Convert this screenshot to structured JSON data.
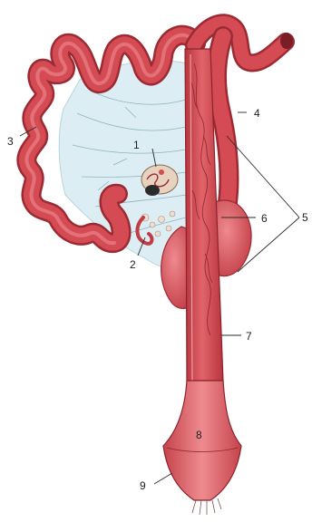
{
  "callouts": [
    {
      "id": "label-1",
      "text": "1"
    },
    {
      "id": "label-2",
      "text": "2"
    },
    {
      "id": "label-3",
      "text": "3"
    },
    {
      "id": "label-4",
      "text": "4"
    },
    {
      "id": "label-5",
      "text": "5"
    },
    {
      "id": "label-6",
      "text": "6"
    },
    {
      "id": "label-7",
      "text": "7"
    },
    {
      "id": "label-8",
      "text": "8"
    },
    {
      "id": "label-9",
      "text": "9"
    }
  ],
  "colors": {
    "intestine": "#d44b53",
    "intestine_dark": "#9c2a33",
    "intestine_light": "#ec7f86",
    "mesentery": "#dceef3",
    "mesentery_line": "#8fb2bf",
    "gland": "#e7d2bf",
    "background": "#ffffff"
  }
}
